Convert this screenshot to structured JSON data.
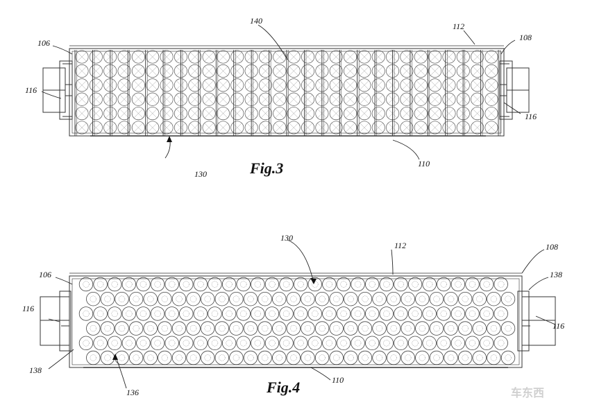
{
  "figures": [
    {
      "caption": "Fig.3",
      "labels": [
        "140",
        "112",
        "106",
        "108",
        "116",
        "116",
        "130",
        "110"
      ]
    },
    {
      "caption": "Fig.4",
      "labels": [
        "130",
        "112",
        "108",
        "106",
        "138",
        "116",
        "116",
        "138",
        "136",
        "110"
      ]
    }
  ],
  "watermark": "车东西"
}
